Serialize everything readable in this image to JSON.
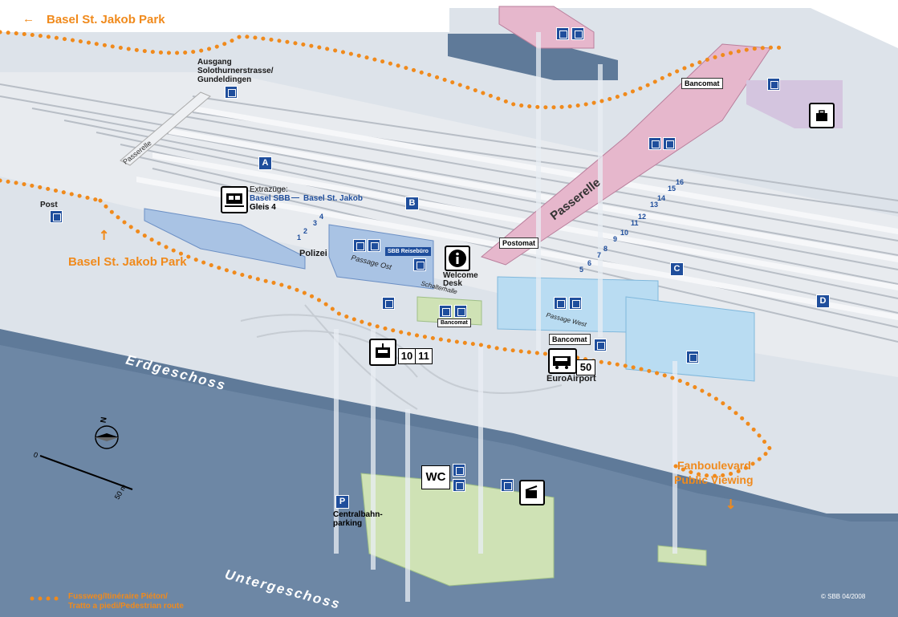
{
  "labels": {
    "basel_st_jakob_top": "Basel St. Jakob Park",
    "basel_st_jakob_left": "Basel St. Jakob Park",
    "ausgang_1": "Ausgang",
    "ausgang_2": "Solothurnerstrasse/",
    "ausgang_3": "Gundeldingen",
    "passerelle_small": "Passerelle",
    "passerelle_big": "Passerelle",
    "post": "Post",
    "extrazuege": "Extrazüge:",
    "extra_route_from": "Basel SBB",
    "extra_route_to": "Basel St. Jakob",
    "gleis": "Gleis 4",
    "polizei": "Polizei",
    "passage_ost": "Passage Ost",
    "sbb_reisebuero": "SBB Reisebüro",
    "welcome_1": "Welcome",
    "welcome_2": "Desk",
    "schalterhalle": "Schalterhalle",
    "bancomat_top": "Bancomat",
    "bancomat_mid": "Bancomat",
    "bancomat_west": "Bancomat",
    "postomat": "Postomat",
    "passage_west": "Passage West",
    "euroairport": "EuroAirport",
    "bus_50": "50",
    "tram_10": "10",
    "tram_11": "11",
    "erdgeschoss": "Erdgeschoss",
    "untergeschoss": "Untergeschoss",
    "wc": "WC",
    "centralbahn_1": "Centralbahn-",
    "centralbahn_2": "parking",
    "fanboulevard_1": "Fanboulevard",
    "fanboulevard_2": "Public Viewing",
    "legend_1": "Fussweg/Itinéraire Piéton/",
    "legend_2": "Tratto a piedi/Pedestrian route",
    "copyright": "© SBB 04/2008",
    "north": "N",
    "scale_0": "0",
    "scale_50": "50 m",
    "parking_p": "P",
    "arrow_left": "←"
  },
  "platform_sectors": [
    "A",
    "B",
    "C",
    "D"
  ],
  "track_numbers": [
    "1",
    "2",
    "3",
    "4",
    "5",
    "6",
    "7",
    "8",
    "9",
    "10",
    "11",
    "12",
    "13",
    "14",
    "15",
    "16"
  ],
  "colors": {
    "route_orange": "#f08a1c",
    "sbb_blue": "#1f4e9c",
    "ground_grey": "#dde2e8",
    "underground_blue": "#5f7a99",
    "passerelle_pink": "#e6b7cc",
    "west_blue": "#b9dcf2",
    "east_blue": "#a9c3e4",
    "ug_green": "#cfe2b5"
  },
  "icons": {
    "train": "locomotive-icon",
    "tram": "tram-icon",
    "bus": "bus-icon",
    "info": "info-icon",
    "luggage": "luggage-locker-icon",
    "plane": "airplane-icon",
    "wc": "toilet-icon",
    "compass": "compass-icon"
  }
}
